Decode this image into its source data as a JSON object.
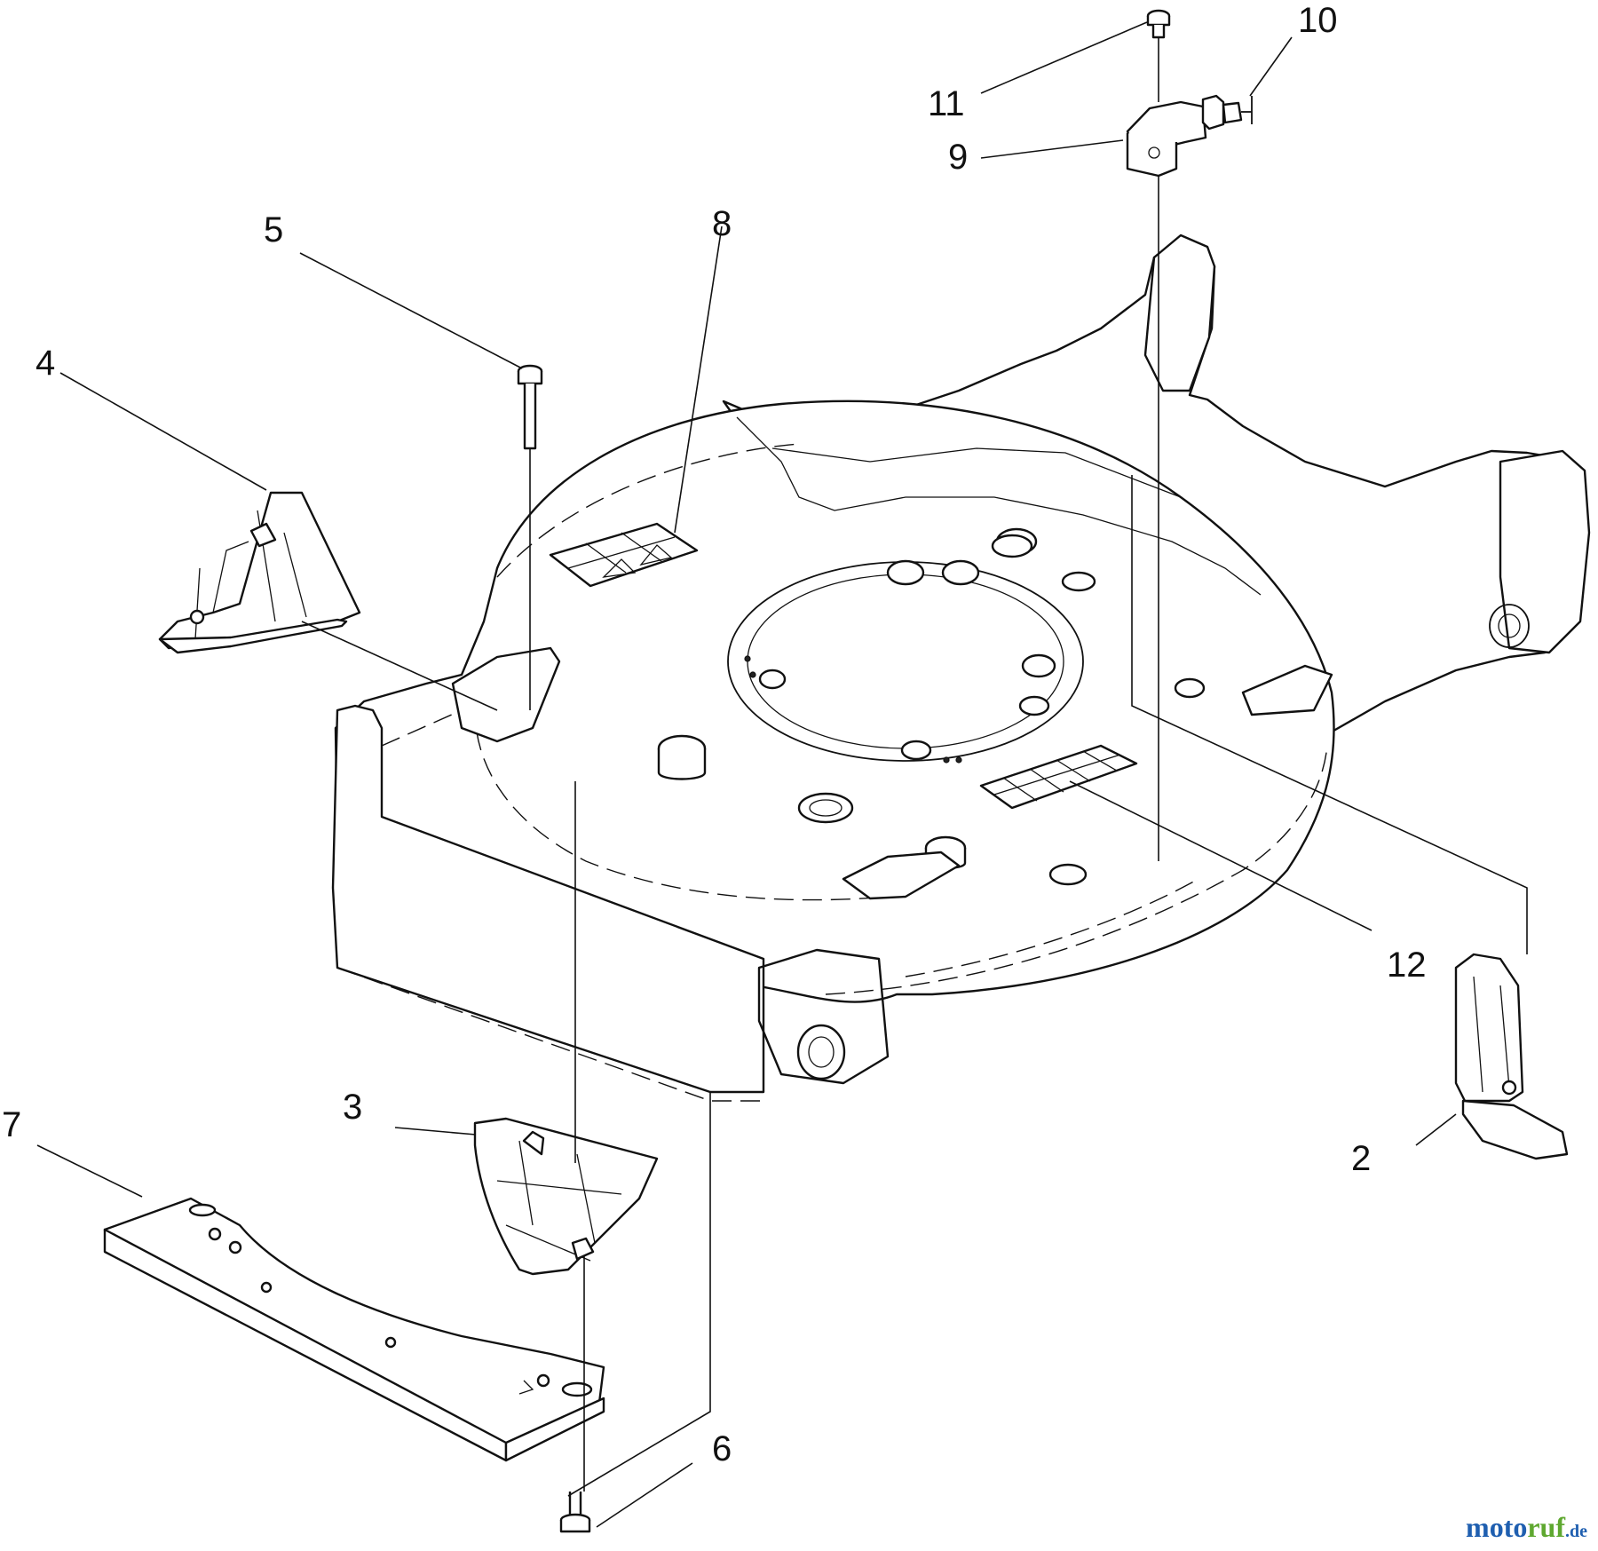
{
  "diagram": {
    "callouts": [
      {
        "id": "1",
        "label": "2"
      },
      {
        "id": "2",
        "label": "3"
      },
      {
        "id": "3",
        "label": "4"
      },
      {
        "id": "4",
        "label": "5"
      },
      {
        "id": "5",
        "label": "6"
      },
      {
        "id": "6",
        "label": "7"
      },
      {
        "id": "7",
        "label": "8"
      },
      {
        "id": "8",
        "label": "9"
      },
      {
        "id": "9",
        "label": "10"
      },
      {
        "id": "10",
        "label": "11"
      },
      {
        "id": "11",
        "label": "12"
      }
    ]
  },
  "watermark": {
    "part1": "moto",
    "part2": "ruf",
    "part3": ".de",
    "colors": {
      "part1": "#1f5fb0",
      "part2": "#5fa830",
      "part3": "#1f5fb0"
    }
  }
}
